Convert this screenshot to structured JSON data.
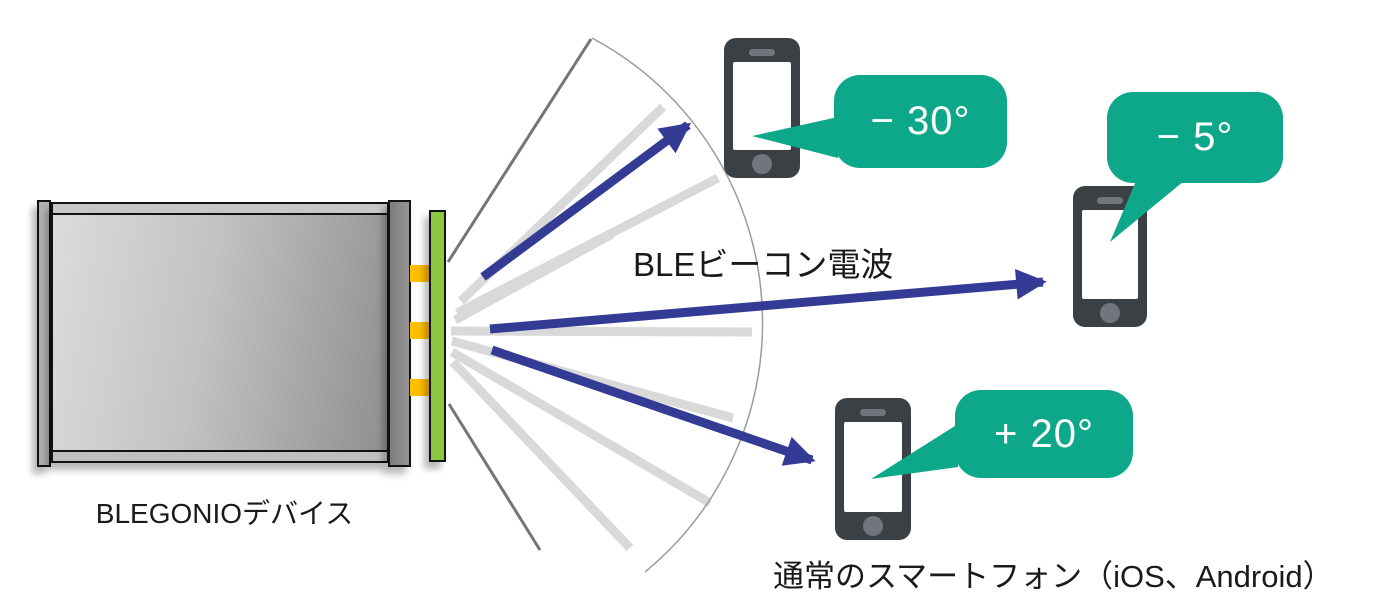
{
  "device": {
    "label": "BLEGONIOデバイス",
    "board_color": "#8dc63f",
    "connector_color": "#ffc000"
  },
  "beacon": {
    "label": "BLEビーコン電波",
    "arrow_color": "#343b95",
    "ray_color": "#d9d9d9",
    "fan_edge_color": "#757575"
  },
  "smartphones": {
    "caption": "通常のスマートフォン（iOS、Android）",
    "body_color": "#3b4045",
    "items": [
      {
        "angle_label": "− 30°"
      },
      {
        "angle_label": "− 5°"
      },
      {
        "angle_label": "+ 20°"
      }
    ]
  },
  "bubble_color": "#0da789"
}
